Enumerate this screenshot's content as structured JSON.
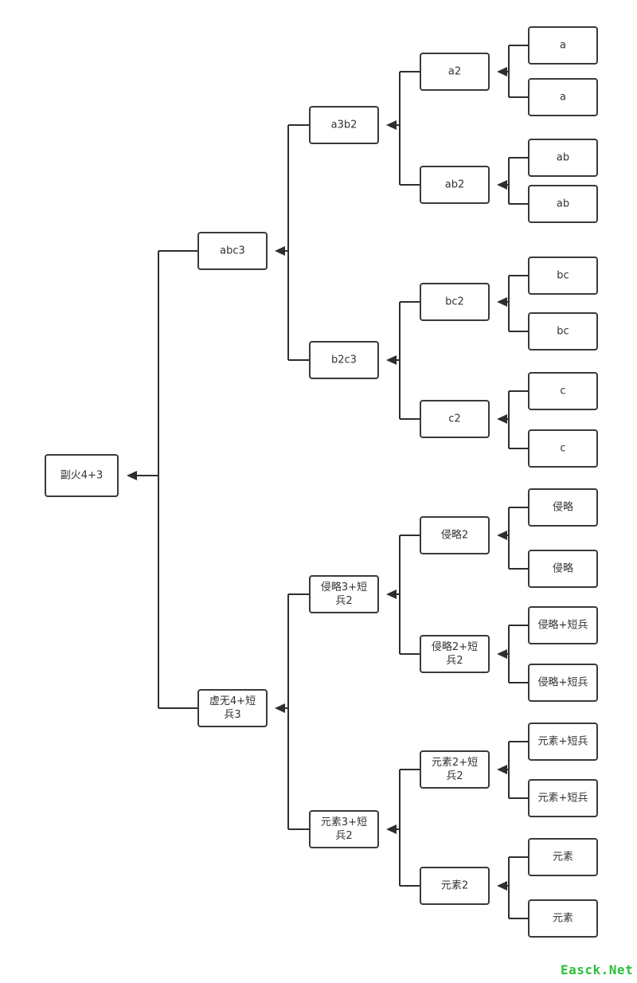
{
  "tree": {
    "label": "副火4+3",
    "children": [
      {
        "label": "abc3",
        "children": [
          {
            "label": "a3b2",
            "children": [
              {
                "label": "a2",
                "children": [
                  {
                    "label": "a"
                  },
                  {
                    "label": "a"
                  }
                ]
              },
              {
                "label": "ab2",
                "children": [
                  {
                    "label": "ab"
                  },
                  {
                    "label": "ab"
                  }
                ]
              }
            ]
          },
          {
            "label": "b2c3",
            "children": [
              {
                "label": "bc2",
                "children": [
                  {
                    "label": "bc"
                  },
                  {
                    "label": "bc"
                  }
                ]
              },
              {
                "label": "c2",
                "children": [
                  {
                    "label": "c"
                  },
                  {
                    "label": "c"
                  }
                ]
              }
            ]
          }
        ]
      },
      {
        "label": "虚无4+短兵3",
        "children": [
          {
            "label": "侵略3+短兵2",
            "children": [
              {
                "label": "侵略2",
                "children": [
                  {
                    "label": "侵略"
                  },
                  {
                    "label": "侵略"
                  }
                ]
              },
              {
                "label": "侵略2+短兵2",
                "children": [
                  {
                    "label": "侵略+短兵"
                  },
                  {
                    "label": "侵略+短兵"
                  }
                ]
              }
            ]
          },
          {
            "label": "元素3+短兵2",
            "children": [
              {
                "label": "元素2+短兵2",
                "children": [
                  {
                    "label": "元素+短兵"
                  },
                  {
                    "label": "元素+短兵"
                  }
                ]
              },
              {
                "label": "元素2",
                "children": [
                  {
                    "label": "元素"
                  },
                  {
                    "label": "元素"
                  }
                ]
              }
            ]
          }
        ]
      }
    ]
  },
  "watermark": "Easck.Net"
}
